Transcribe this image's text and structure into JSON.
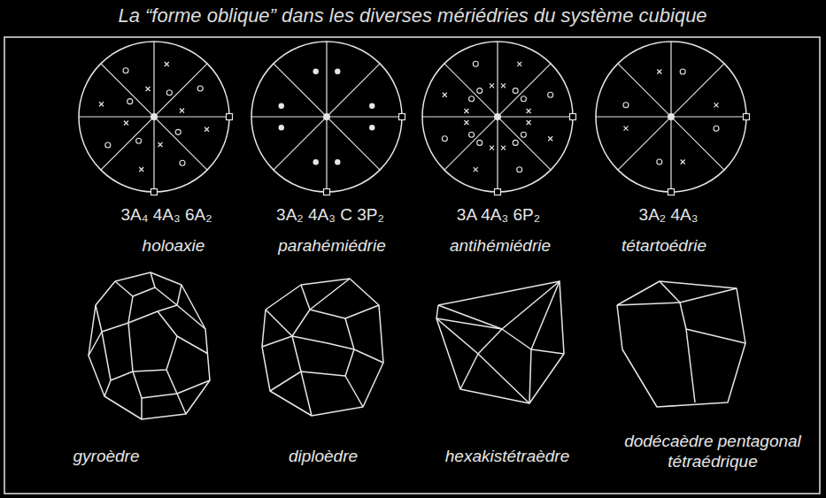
{
  "diagram": {
    "title": "La “forme oblique” dans les diverses mériédries du système cubique",
    "labels": [
      "3A₄ 4A₃ 6A₂",
      "holoaxie",
      "3A₂ 4A₃ C 3P₂",
      "parahémiédrie",
      "3A 4A₃ 6P₂",
      "antihémiédrie",
      "3A₂ 4A₃",
      "tétartoédrie",
      "gyroèdre",
      "diploèdre",
      "hexakistétraèdre",
      "dodécaèdre pentagonal tétraédrique"
    ]
  }
}
